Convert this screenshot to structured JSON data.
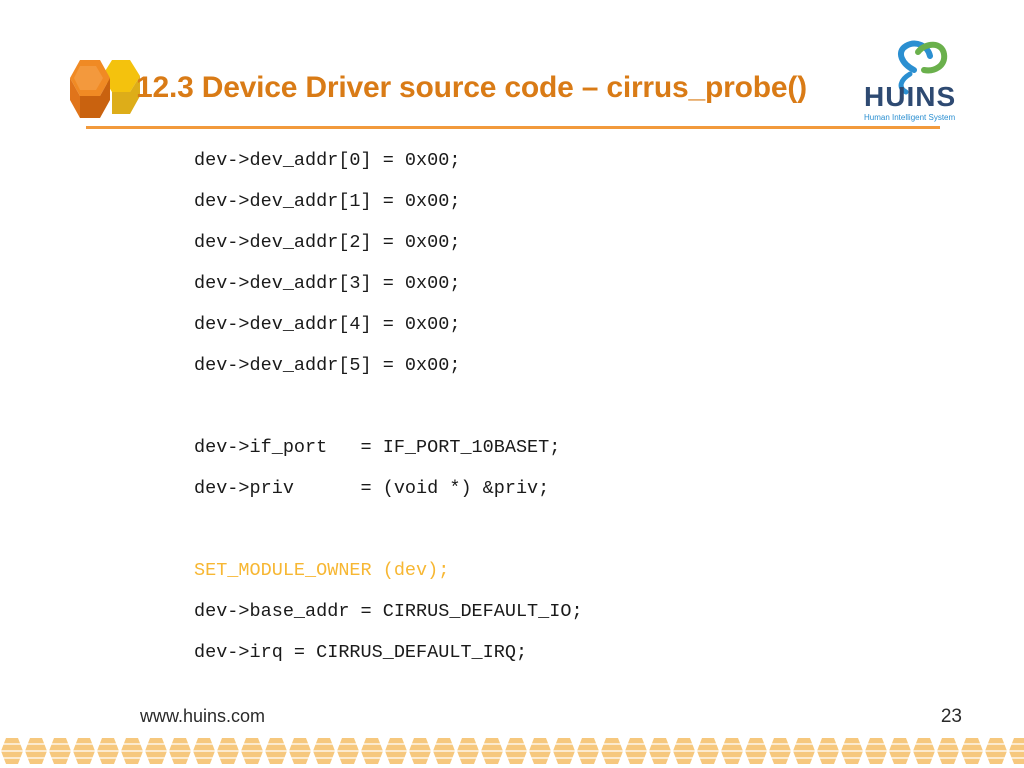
{
  "slide": {
    "title": "12.3 Device Driver source code – cirrus_probe()",
    "code_lines": [
      "dev->dev_addr[0] = 0x00;",
      "dev->dev_addr[1] = 0x00;",
      "dev->dev_addr[2] = 0x00;",
      "dev->dev_addr[3] = 0x00;",
      "dev->dev_addr[4] = 0x00;",
      "dev->dev_addr[5] = 0x00;",
      "",
      "dev->if_port   = IF_PORT_10BASET;",
      "dev->priv      = (void *) &priv;",
      "",
      "SET_MODULE_OWNER (dev);",
      "dev->base_addr = CIRRUS_DEFAULT_IO;",
      "dev->irq = CIRRUS_DEFAULT_IRQ;"
    ],
    "highlighted_line": "SET_MODULE_OWNER (dev);"
  },
  "logo": {
    "brand": "HUINS",
    "tagline": "Human Intelligent System"
  },
  "footer": {
    "url": "www.huins.com",
    "page_number": "23"
  },
  "colors": {
    "title": "#d97b16",
    "rule": "#f29a3c",
    "highlight": "#f7b733",
    "code": "#1a1a1a",
    "logo_text": "#2e4a72",
    "logo_green": "#6ab04c",
    "logo_blue": "#2b8fd1",
    "pattern": "#f6c87e"
  }
}
